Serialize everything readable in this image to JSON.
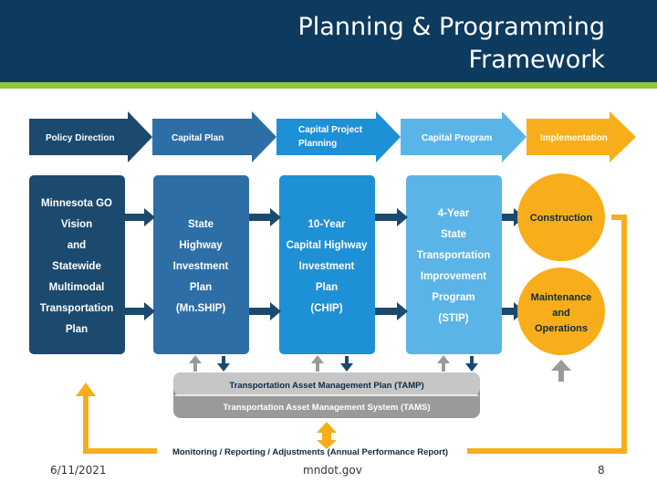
{
  "slide": {
    "title_line1": "Planning & Programming",
    "title_line2": "Framework",
    "footer_date": "6/11/2021",
    "footer_site": "mndot.gov",
    "page_number": "8"
  },
  "phases": [
    "Policy Direction",
    "Capital Plan",
    "Capital Project",
    "Planning",
    "Capital Program",
    "Implementation"
  ],
  "boxes": {
    "gov": [
      "Minnesota GO",
      "Vision",
      "and",
      "Statewide",
      "Multimodal",
      "Transportation",
      "Plan"
    ],
    "mnship": [
      "State",
      "Highway",
      "Investment",
      "Plan",
      "(Mn.SHIP)"
    ],
    "chip": [
      "10-Year",
      "Capital Highway",
      "Investment",
      "Plan",
      "(CHIP)"
    ],
    "stip": [
      "4-Year",
      "State",
      "Transportation",
      "Improvement",
      "Program",
      "(STIP)"
    ],
    "construction": "Construction",
    "maintenance": [
      "Maintenance",
      "and",
      "Operations"
    ]
  },
  "asset_management": {
    "tamp": "Transportation Asset Management Plan (TAMP)",
    "tams": "Transportation Asset Management System (TAMS)"
  },
  "feedback_label": "Monitoring / Reporting / Adjustments (Annual Performance Report)",
  "colors": {
    "header_bg": "#0d3a5f",
    "header_accent": "#8cc63f",
    "dark_navy": "#1b4a6e",
    "mid_blue": "#2e6ea6",
    "bright_blue": "#1e90d6",
    "light_blue": "#5bb4e8",
    "gold": "#f7ae1a",
    "gray": "#9a9a9a"
  }
}
